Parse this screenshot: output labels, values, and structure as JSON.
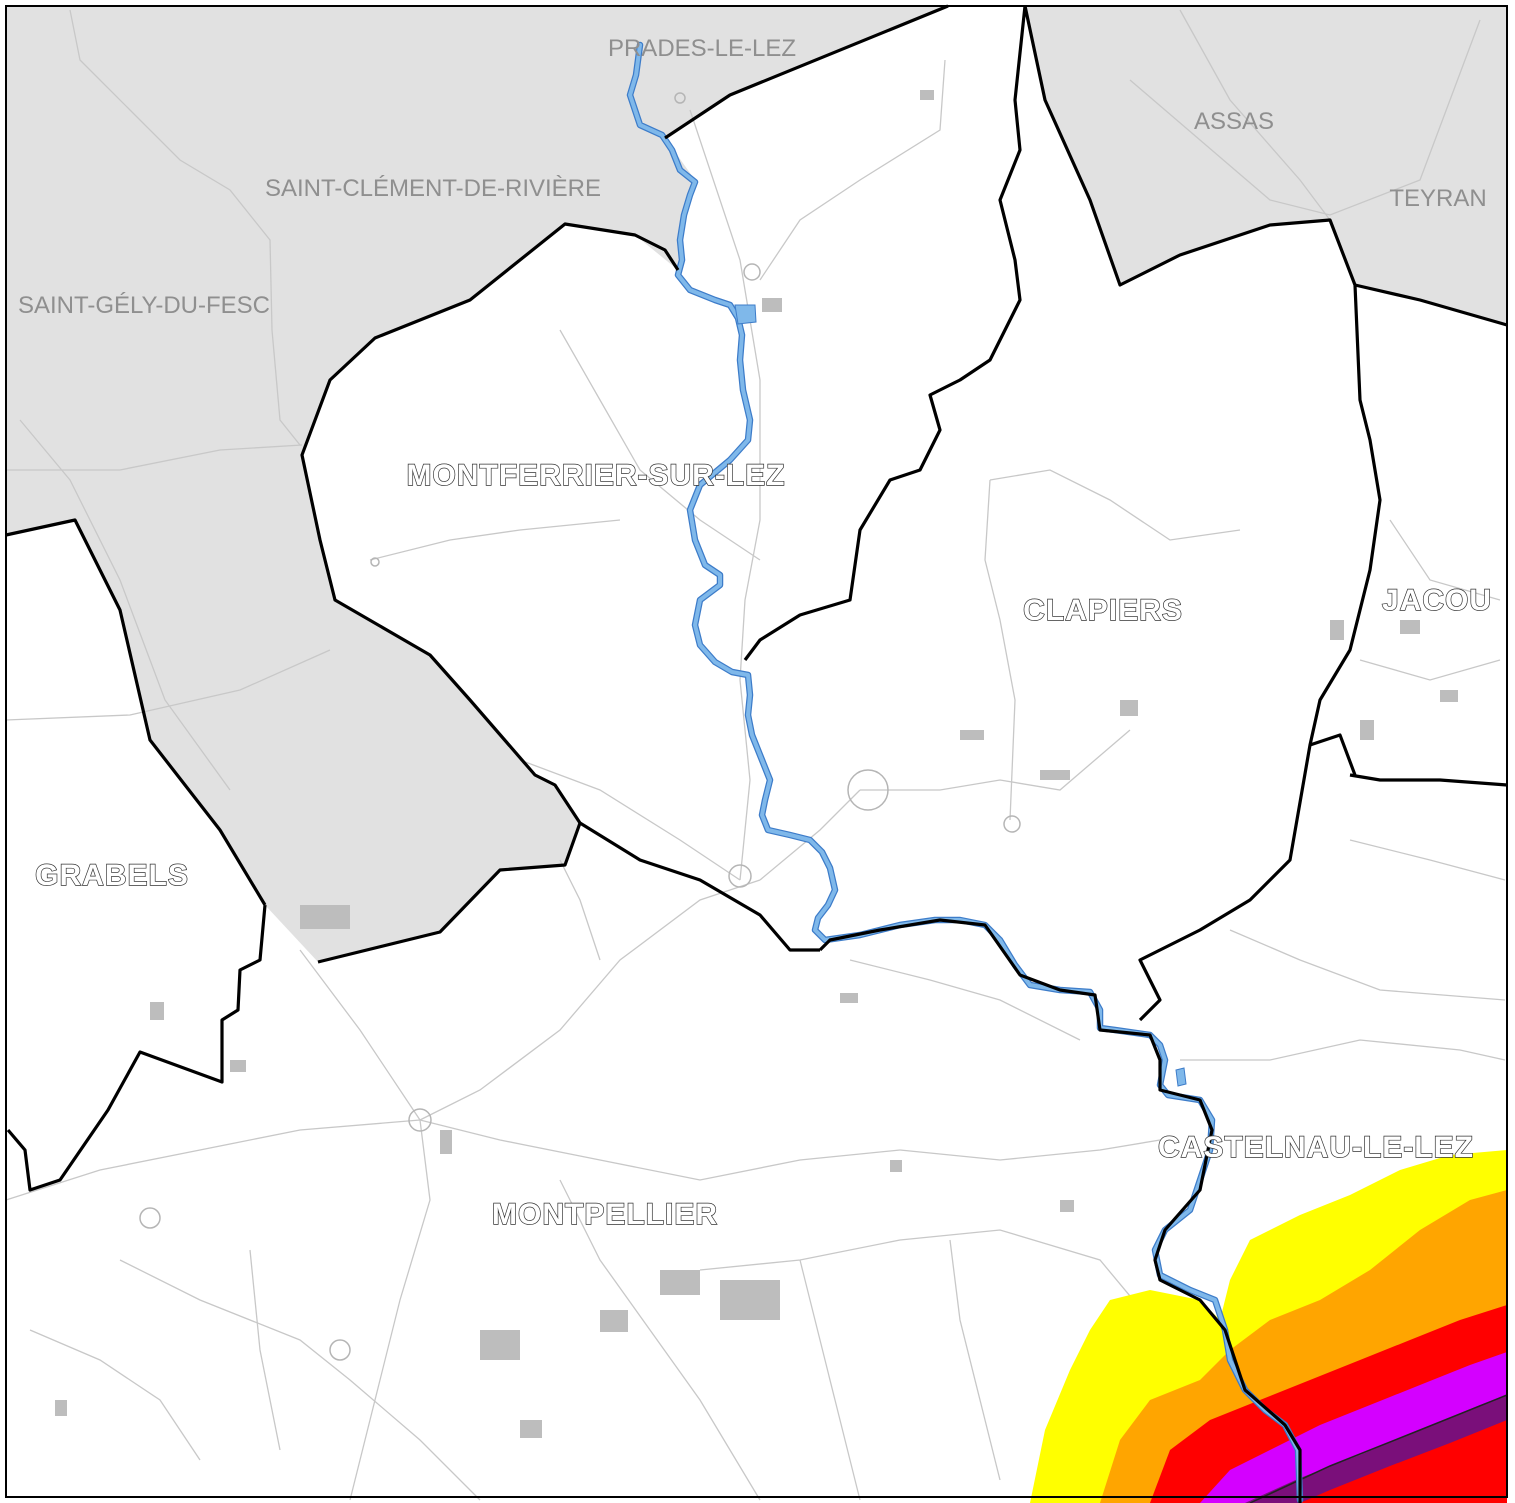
{
  "map": {
    "colors": {
      "outside_communes": "#e1e1e1",
      "boundary": "#000000",
      "river": "#7fb8ea",
      "river_edge": "#3d7cc9",
      "roads": "#c8c8c8",
      "buildings": "#bdbdbd",
      "noise_yellow": "#ffff00",
      "noise_orange": "#ffa500",
      "noise_red": "#ff0000",
      "noise_magenta": "#d400ff",
      "noise_purple": "#7a0f7a"
    },
    "outside_labels": {
      "prades": "PRADES-LE-LEZ",
      "assas": "ASSAS",
      "teyran": "TEYRAN",
      "saint_clement": "SAINT-CLÉMENT-DE-RIVIÈRE",
      "saint_gely": "SAINT-GÉLY-DU-FESC"
    },
    "commune_labels": {
      "montferrier": "MONTFERRIER-SUR-LEZ",
      "clapiers": "CLAPIERS",
      "jacou": "JACOU",
      "grabels": "GRABELS",
      "castelnau": "CASTELNAU-LE-LEZ",
      "montpellier": "MONTPELLIER"
    }
  }
}
